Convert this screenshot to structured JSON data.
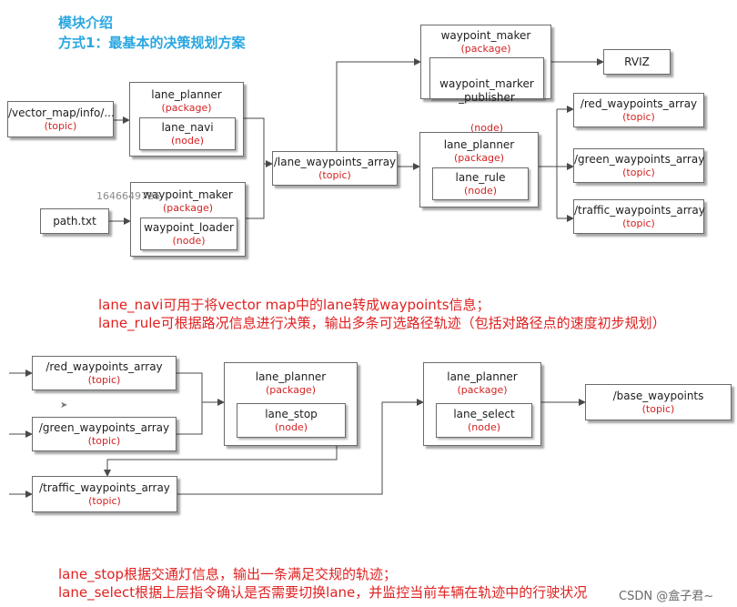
{
  "header": {
    "title": "模块介绍",
    "subtitle": "方式1：最基本的决策规划方案"
  },
  "top_diagram": {
    "vector_map": {
      "name": "/vector_map/info/...",
      "tag": "(topic)"
    },
    "path_txt": {
      "name": "path.txt"
    },
    "lane_planner_navi": {
      "name": "lane_planner",
      "tag": "(package)",
      "node": {
        "name": "lane_navi",
        "tag": "(node)"
      }
    },
    "waypoint_maker_loader": {
      "name": "waypoint_maker",
      "tag": "(package)",
      "node": {
        "name": "waypoint_loader",
        "tag": "(node)"
      }
    },
    "lane_waypoints_array": {
      "name": "/lane_waypoints_array",
      "tag": "(topic)"
    },
    "waypoint_maker_publisher": {
      "name": "waypoint_maker",
      "tag": "(package)",
      "node": {
        "name": "waypoint_marker\n_publisher",
        "tag": "(node)"
      }
    },
    "rviz": {
      "name": "RVIZ"
    },
    "lane_planner_rule": {
      "name": "lane_planner",
      "tag": "(package)",
      "node": {
        "name": "lane_rule",
        "tag": "(node)"
      }
    },
    "red_array": {
      "name": "/red_waypoints_array",
      "tag": "(topic)"
    },
    "green_array": {
      "name": "/green_waypoints_array",
      "tag": "(topic)"
    },
    "traffic_array": {
      "name": "/traffic_waypoints_array",
      "tag": "(topic)"
    },
    "stray_number": "1646649726"
  },
  "description_1": {
    "line1": "lane_navi可用于将vector map中的lane转成waypoints信息；",
    "line2": "lane_rule可根据路况信息进行决策，输出多条可选路径轨迹（包括对路径点的速度初步规划）"
  },
  "bottom_diagram": {
    "red_array": {
      "name": "/red_waypoints_array",
      "tag": "(topic)"
    },
    "green_array": {
      "name": "/green_waypoints_array",
      "tag": "(topic)"
    },
    "traffic_array": {
      "name": "/traffic_waypoints_array",
      "tag": "(topic)"
    },
    "lane_planner_stop": {
      "name": "lane_planner",
      "tag": "(package)",
      "node": {
        "name": "lane_stop",
        "tag": "(node)"
      }
    },
    "lane_planner_select": {
      "name": "lane_planner",
      "tag": "(package)",
      "node": {
        "name": "lane_select",
        "tag": "(node)"
      }
    },
    "base_waypoints": {
      "name": "/base_waypoints",
      "tag": "(topic)"
    }
  },
  "description_2": {
    "line1": "lane_stop根据交通灯信息，输出一条满足交规的轨迹；",
    "line2": "lane_select根据上层指令确认是否需要切换lane，并监控当前车辆在轨迹中的行驶状况"
  },
  "watermark": "CSDN @盒子君~",
  "colors": {
    "title": "#2aa7e0",
    "tag": "#d32222",
    "description": "#e02020",
    "wire": "#4a4a4a"
  }
}
